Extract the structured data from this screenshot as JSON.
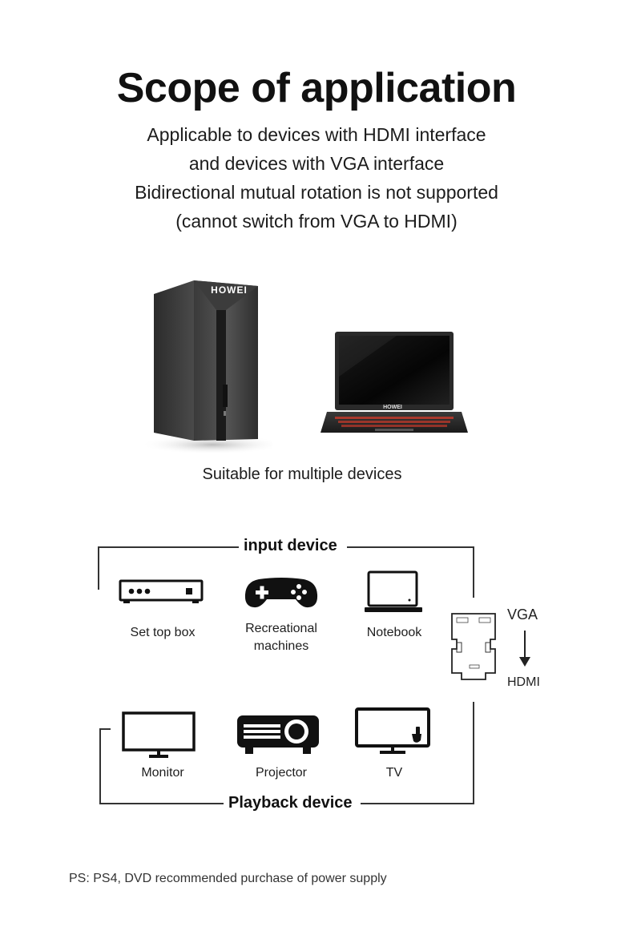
{
  "header": {
    "title": "Scope of application",
    "lines": [
      "Applicable to devices with HDMI interface",
      "and devices with VGA interface",
      "Bidirectional mutual rotation is not supported",
      "(cannot switch from VGA to HDMI)"
    ]
  },
  "devices_photo": {
    "tower_brand": "HOWEI",
    "laptop_brand": "HOWEI",
    "caption": "Suitable for multiple devices"
  },
  "input_section": {
    "title": "input device",
    "items": [
      {
        "label": "Set top box",
        "icon": "set-top-box-icon"
      },
      {
        "label_line1": "Recreational",
        "label_line2": "machines",
        "icon": "gamepad-icon"
      },
      {
        "label": "Notebook",
        "icon": "notebook-icon"
      }
    ]
  },
  "adapter": {
    "from": "VGA",
    "to": "HDMI",
    "icon": "vga-hdmi-adapter-icon",
    "arrow_icon": "arrow-down-icon"
  },
  "playback_section": {
    "title": "Playback device",
    "items": [
      {
        "label": "Monitor",
        "icon": "monitor-icon"
      },
      {
        "label": "Projector",
        "icon": "projector-icon"
      },
      {
        "label": "TV",
        "icon": "tv-icon"
      }
    ]
  },
  "footer": {
    "note": "PS: PS4, DVD recommended purchase of power supply"
  }
}
